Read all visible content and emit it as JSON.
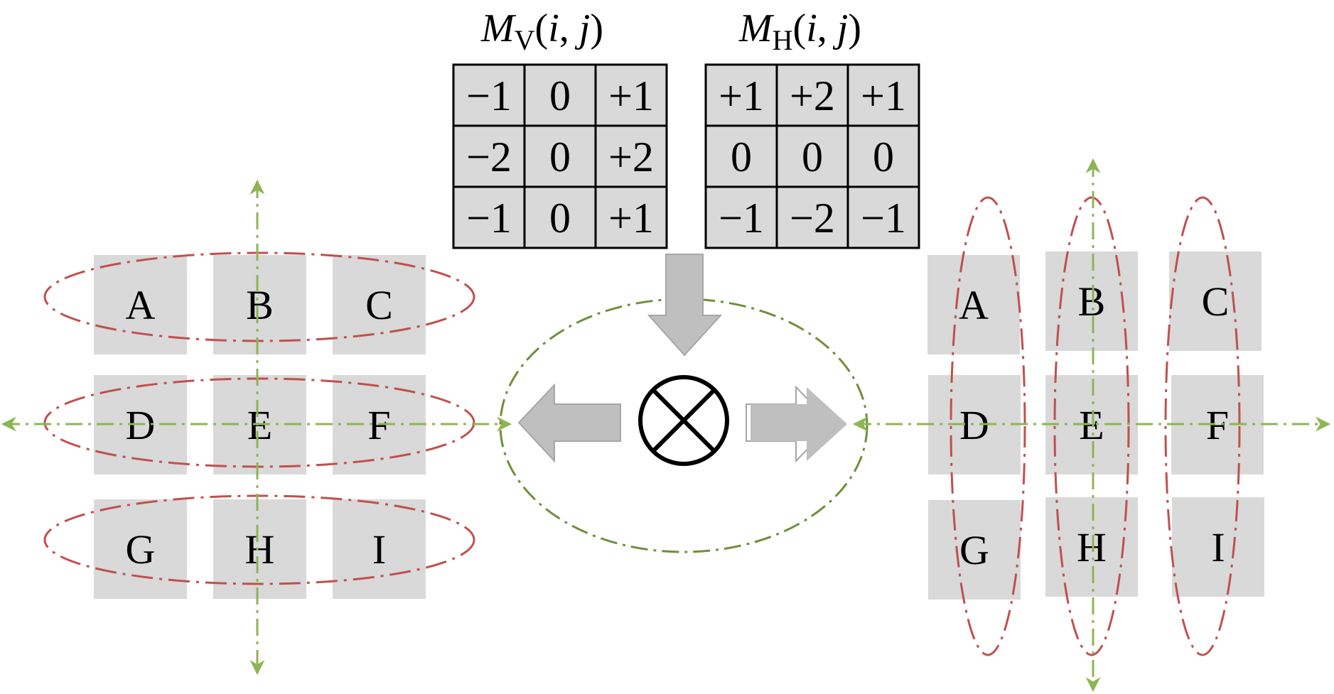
{
  "matrices": [
    {
      "id": "mv",
      "title": {
        "symbol": "M",
        "subscript": "V",
        "args_open": "(",
        "arg_i": "i",
        "comma": ", ",
        "arg_j": "j",
        "args_close": ")"
      },
      "cells": [
        [
          "−1",
          "0",
          "+1"
        ],
        [
          "−2",
          "0",
          "+2"
        ],
        [
          "−1",
          "0",
          "+1"
        ]
      ]
    },
    {
      "id": "mh",
      "title": {
        "symbol": "M",
        "subscript": "H",
        "args_open": "(",
        "arg_i": "i",
        "comma": ", ",
        "arg_j": "j",
        "args_close": ")"
      },
      "cells": [
        [
          "+1",
          "+2",
          "+1"
        ],
        [
          "0",
          "0",
          "0"
        ],
        [
          "−1",
          "−2",
          "−1"
        ]
      ]
    }
  ],
  "left_grid": {
    "letters": [
      [
        "A",
        "B",
        "C"
      ],
      [
        "D",
        "E",
        "F"
      ],
      [
        "G",
        "H",
        "I"
      ]
    ]
  },
  "right_grid": {
    "letters": [
      [
        "A",
        "B",
        "C"
      ],
      [
        "D",
        "E",
        "F"
      ],
      [
        "G",
        "H",
        "I"
      ]
    ]
  },
  "operator_icon": "circled-times-icon",
  "colors": {
    "cell_fill": "#d9d9d9",
    "ellipse_red": "#c0504d",
    "axis_green": "#8db554",
    "center_ellipse_green": "#6f8f3a",
    "arrow_gray": "#bfbfbf",
    "arrow_stroke": "#a6a6a6",
    "ink": "#000000"
  }
}
